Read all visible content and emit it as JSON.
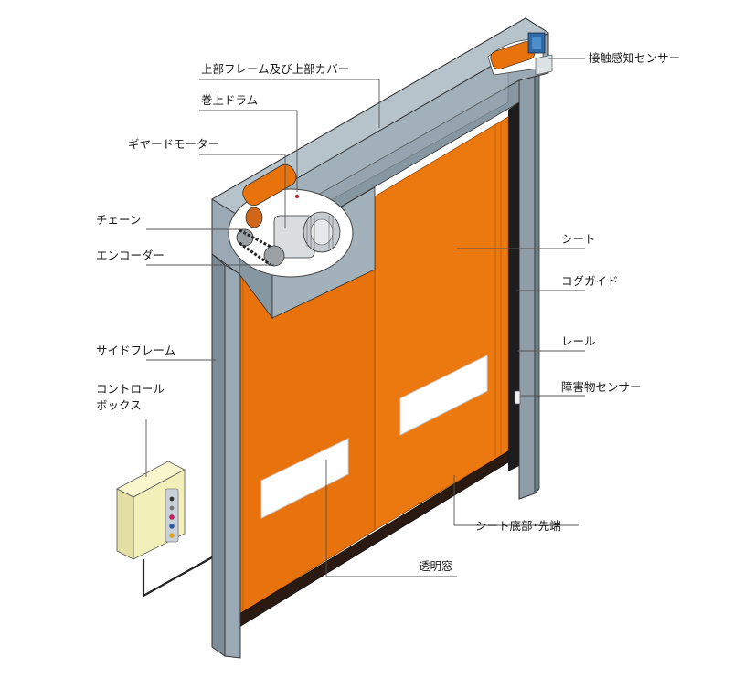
{
  "labels": {
    "upper_frame_cover": "上部フレーム及び上部カバー",
    "winding_drum": "巻上ドラム",
    "geared_motor": "ギヤードモーター",
    "chain": "チェーン",
    "encoder": "エンコーダー",
    "side_frame": "サイドフレーム",
    "control_box_line1": "コントロール",
    "control_box_line2": "ボックス",
    "contact_sensor": "接触感知センサー",
    "sheet": "シート",
    "cog_guide": "コグガイド",
    "rail": "レール",
    "obstacle_sensor": "障害物センサー",
    "sheet_bottom_tip": "シート底部･先端",
    "transparent_window": "透明窓"
  },
  "colors": {
    "sheet_orange": "#e8720c",
    "sheet_shadow": "#c95e06",
    "frame_gray": "#9aa9b3",
    "frame_dark": "#7d8d98",
    "frame_light": "#b6c3cb",
    "control_box": "#f3efb8"
  }
}
